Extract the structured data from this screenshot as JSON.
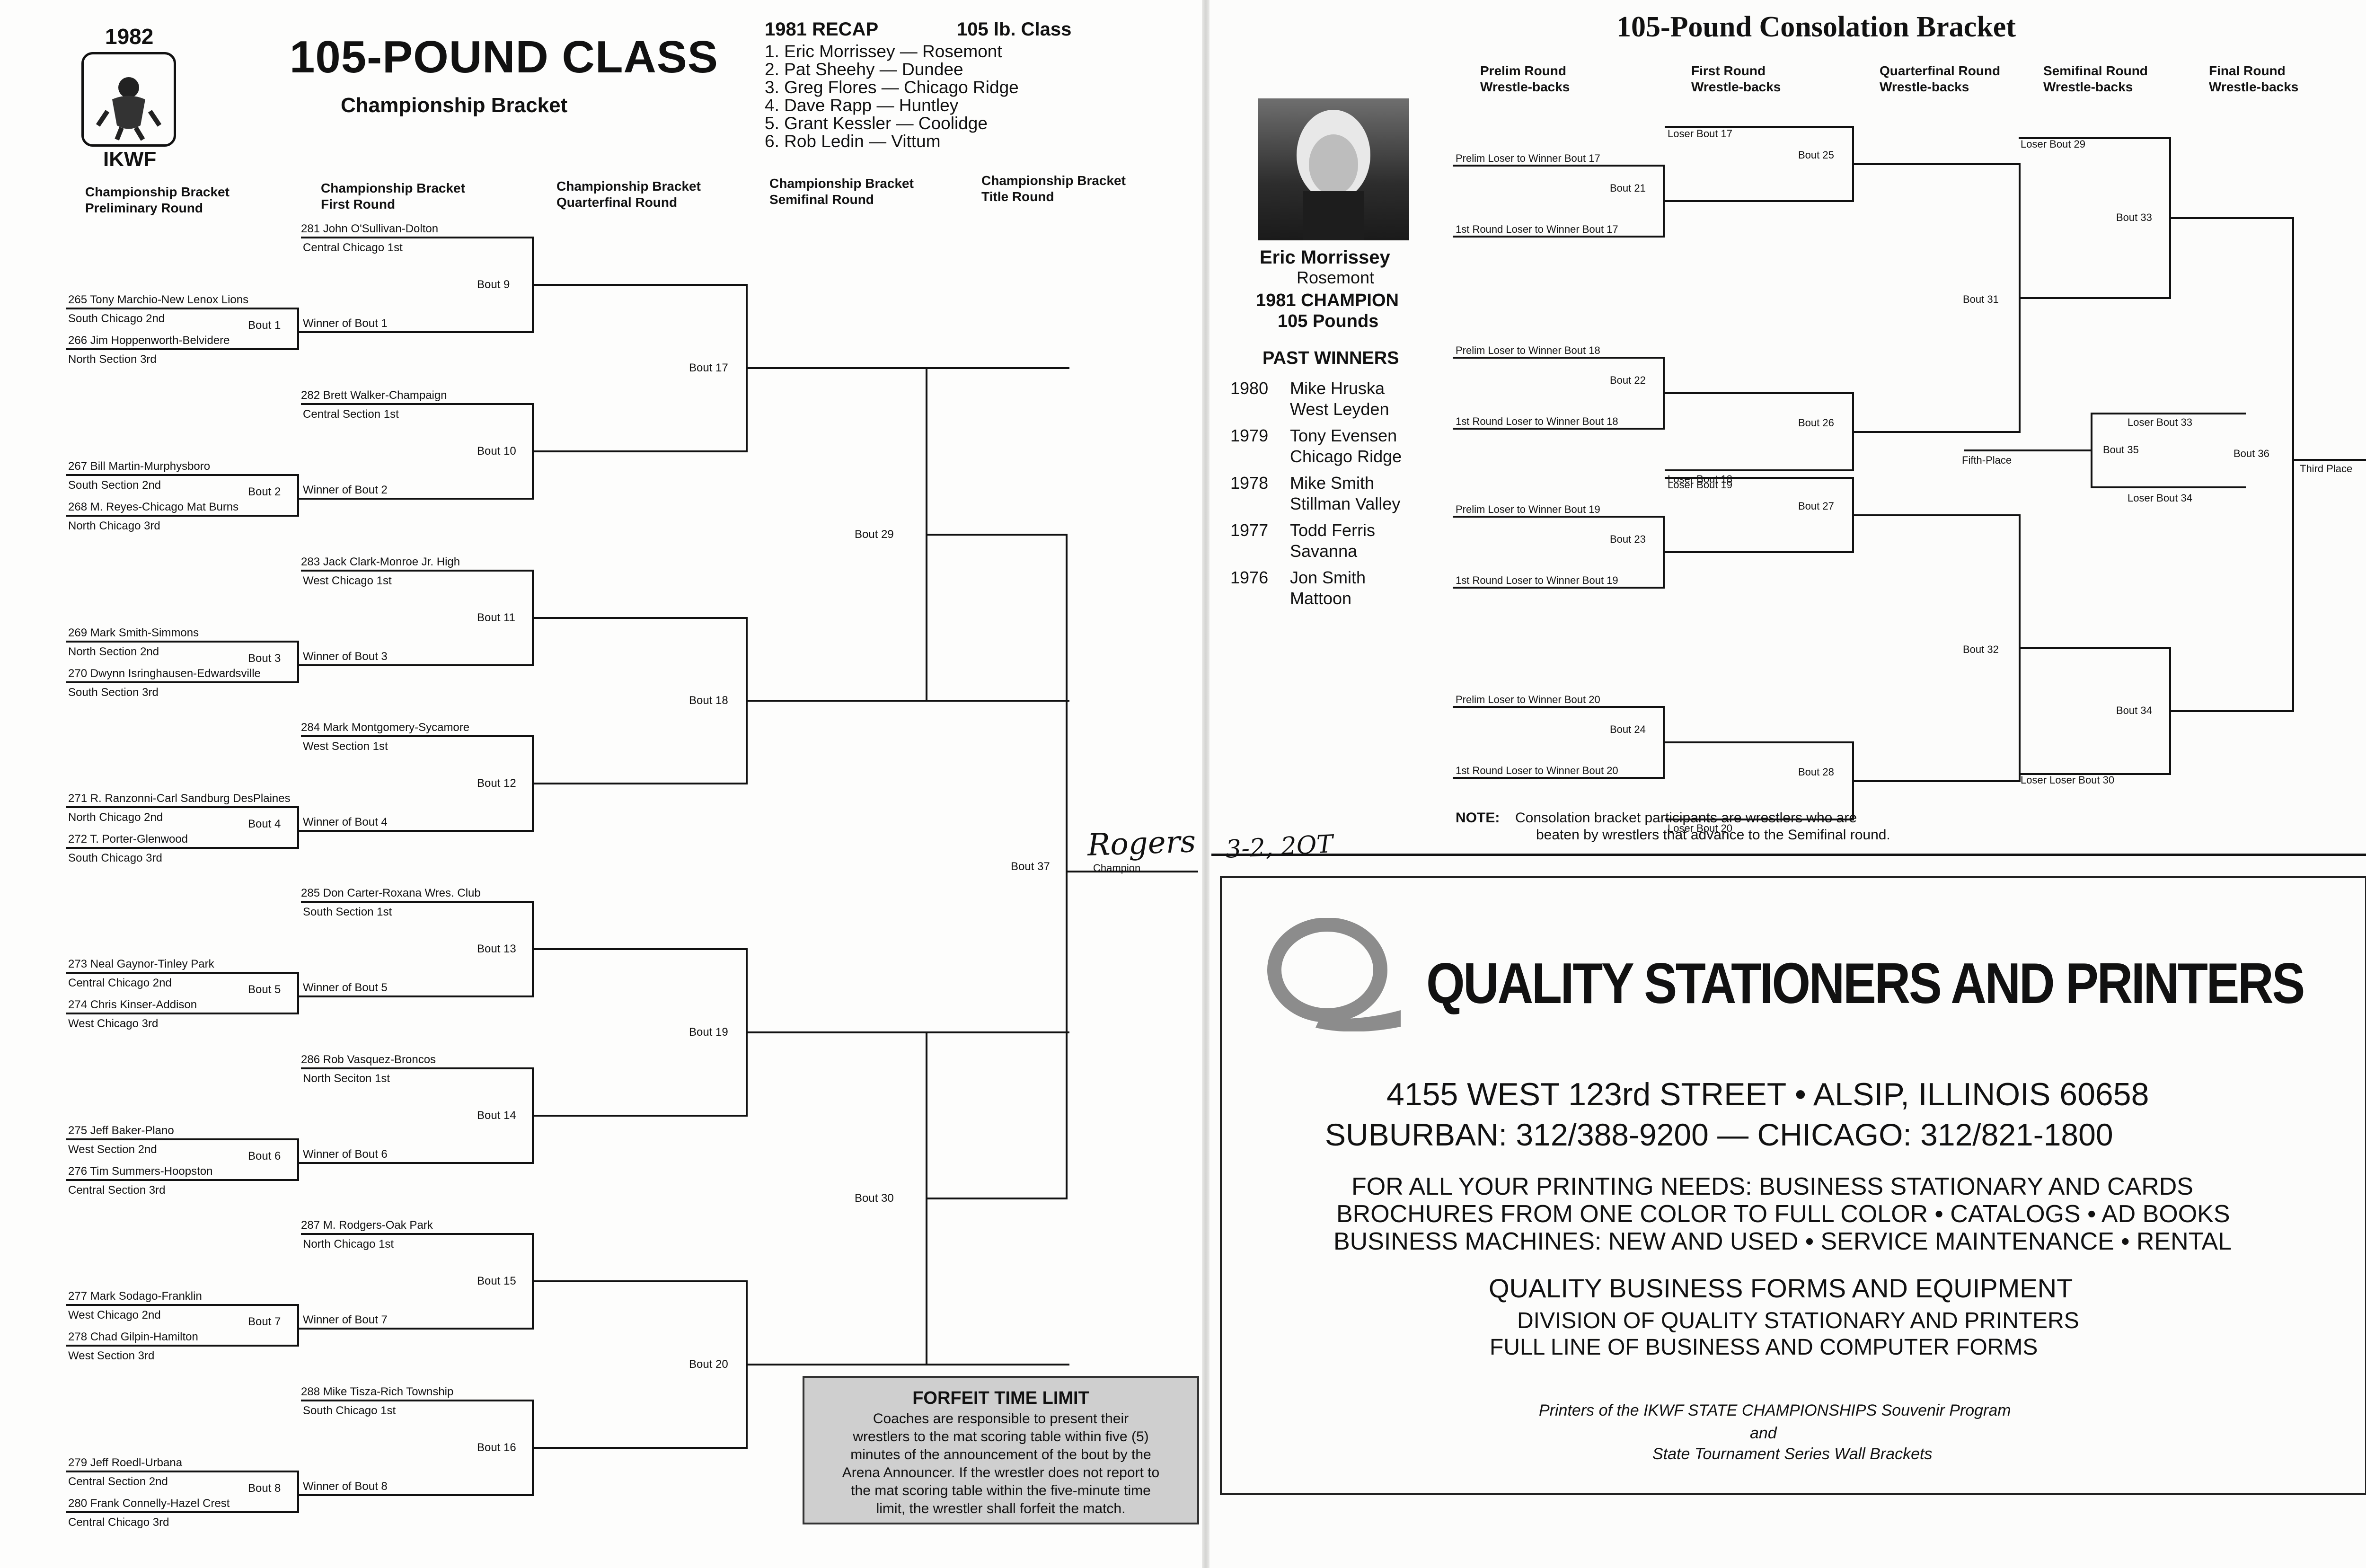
{
  "left": {
    "year": "1982",
    "org": "IKWF",
    "title": "105-POUND CLASS",
    "subtitle": "Championship Bracket",
    "recap": {
      "header_left": "1981 RECAP",
      "header_right": "105 lb. Class",
      "items": [
        "1. Eric Morrissey — Rosemont",
        "2. Pat Sheehy — Dundee",
        "3. Greg Flores — Chicago Ridge",
        "4. Dave Rapp — Huntley",
        "5. Grant Kessler — Coolidge",
        "6. Rob Ledin — Vittum"
      ]
    },
    "round_headers": [
      {
        "line1": "Championship Bracket",
        "line2": "Preliminary Round"
      },
      {
        "line1": "Championship Bracket",
        "line2": "First Round"
      },
      {
        "line1": "Championship Bracket",
        "line2": "Quarterfinal Round"
      },
      {
        "line1": "Championship Bracket",
        "line2": "Semifinal Round"
      },
      {
        "line1": "Championship Bracket",
        "line2": "Title Round"
      }
    ],
    "groups": [
      {
        "seed_name": "281 John O'Sullivan-Dolton",
        "seed_sub": "Central Chicago 1st",
        "a_name": "265 Tony Marchio-New Lenox Lions",
        "a_sub": "South Chicago 2nd",
        "b_name": "266 Jim Hoppenworth-Belvidere",
        "b_sub": "North Section 3rd",
        "prelim_bout": "Bout 1",
        "winner": "Winner of Bout 1",
        "first_bout": "Bout 9"
      },
      {
        "seed_name": "282 Brett Walker-Champaign",
        "seed_sub": "Central Section 1st",
        "a_name": "267 Bill Martin-Murphysboro",
        "a_sub": "South Section 2nd",
        "b_name": "268 M. Reyes-Chicago Mat Burns",
        "b_sub": "North Chicago 3rd",
        "prelim_bout": "Bout 2",
        "winner": "Winner of Bout 2",
        "first_bout": "Bout 10"
      },
      {
        "seed_name": "283 Jack Clark-Monroe Jr. High",
        "seed_sub": "West Chicago 1st",
        "a_name": "269 Mark Smith-Simmons",
        "a_sub": "North Section 2nd",
        "b_name": "270 Dwynn Isringhausen-Edwardsville",
        "b_sub": "South Section 3rd",
        "prelim_bout": "Bout 3",
        "winner": "Winner of Bout 3",
        "first_bout": "Bout 11"
      },
      {
        "seed_name": "284 Mark Montgomery-Sycamore",
        "seed_sub": "West Section 1st",
        "a_name": "271 R. Ranzonni-Carl Sandburg DesPlaines",
        "a_sub": "North Chicago 2nd",
        "b_name": "272 T. Porter-Glenwood",
        "b_sub": "South Chicago 3rd",
        "prelim_bout": "Bout 4",
        "winner": "Winner of Bout 4",
        "first_bout": "Bout 12"
      },
      {
        "seed_name": "285 Don Carter-Roxana Wres. Club",
        "seed_sub": "South Section 1st",
        "a_name": "273 Neal Gaynor-Tinley Park",
        "a_sub": "Central Chicago 2nd",
        "b_name": "274 Chris Kinser-Addison",
        "b_sub": "West Chicago 3rd",
        "prelim_bout": "Bout 5",
        "winner": "Winner of Bout 5",
        "first_bout": "Bout 13"
      },
      {
        "seed_name": "286 Rob Vasquez-Broncos",
        "seed_sub": "North Seciton 1st",
        "a_name": "275 Jeff Baker-Plano",
        "a_sub": "West Section 2nd",
        "b_name": "276 Tim Summers-Hoopston",
        "b_sub": "Central Section 3rd",
        "prelim_bout": "Bout 6",
        "winner": "Winner of Bout 6",
        "first_bout": "Bout 14"
      },
      {
        "seed_name": "287 M. Rodgers-Oak Park",
        "seed_sub": "North Chicago 1st",
        "a_name": "277 Mark Sodago-Franklin",
        "a_sub": "West Chicago 2nd",
        "b_name": "278 Chad Gilpin-Hamilton",
        "b_sub": "West Section 3rd",
        "prelim_bout": "Bout 7",
        "winner": "Winner of Bout 7",
        "first_bout": "Bout 15"
      },
      {
        "seed_name": "288 Mike Tisza-Rich Township",
        "seed_sub": "South Chicago 1st",
        "a_name": "279 Jeff Roedl-Urbana",
        "a_sub": "Central Section 2nd",
        "b_name": "280 Frank Connelly-Hazel Crest",
        "b_sub": "Central Chicago 3rd",
        "prelim_bout": "Bout 8",
        "winner": "Winner of Bout 8",
        "first_bout": "Bout 16"
      }
    ],
    "qf_bouts": [
      "Bout 17",
      "Bout 18",
      "Bout 19",
      "Bout 20"
    ],
    "sf_bouts": [
      "Bout 29",
      "Bout 30"
    ],
    "final_bout": "Bout 37",
    "champion_handwritten": "Rogers",
    "champion_label": "Champion",
    "score_handwritten": "3-2, 2OT",
    "forfeit": {
      "title": "FORFEIT TIME LIMIT",
      "lines": [
        "Coaches are responsible to present their",
        "wrestlers to the mat scoring table within five (5)",
        "minutes of the announcement of the bout by the",
        "Arena Announcer. If the wrestler does not report to",
        "the mat scoring table within the five-minute time",
        "limit, the wrestler shall forfeit the match."
      ]
    }
  },
  "right": {
    "title": "105-Pound Consolation Bracket",
    "round_headers": [
      {
        "line1": "Prelim Round",
        "line2": "Wrestle-backs"
      },
      {
        "line1": "First Round",
        "line2": "Wrestle-backs"
      },
      {
        "line1": "Quarterfinal Round",
        "line2": "Wrestle-backs"
      },
      {
        "line1": "Semifinal Round",
        "line2": "Wrestle-backs"
      },
      {
        "line1": "Final Round",
        "line2": "Wrestle-backs"
      }
    ],
    "champion": {
      "name": "Eric Morrissey",
      "school": "Rosemont",
      "line1": "1981 CHAMPION",
      "line2": "105 Pounds"
    },
    "past_winners_title": "PAST WINNERS",
    "past_winners": [
      {
        "year": "1980",
        "name": "Mike Hruska",
        "school": "West Leyden"
      },
      {
        "year": "1979",
        "name": "Tony Evensen",
        "school": "Chicago Ridge"
      },
      {
        "year": "1978",
        "name": "Mike Smith",
        "school": "Stillman Valley"
      },
      {
        "year": "1977",
        "name": "Todd Ferris",
        "school": "Savanna"
      },
      {
        "year": "1976",
        "name": "Jon Smith",
        "school": "Mattoon"
      }
    ],
    "cons_groups": [
      {
        "loser": "Loser Bout 17",
        "prelim": "Prelim Loser to Winner Bout 17",
        "prelim_bout": "Bout 21",
        "first": "1st Round Loser to Winner Bout 17",
        "qf_bout": "Bout 25"
      },
      {
        "loser": "Loser Bout 18",
        "prelim": "Prelim Loser to Winner Bout 18",
        "prelim_bout": "Bout 22",
        "first": "1st Round Loser to Winner Bout 18",
        "qf_bout": "Bout 26"
      },
      {
        "loser": "Loser Bout 19",
        "prelim": "Prelim Loser to Winner Bout 19",
        "prelim_bout": "Bout 23",
        "first": "1st Round Loser to Winner Bout 19",
        "qf_bout": "Bout 27"
      },
      {
        "loser": "Loser Bout 20",
        "prelim": "Prelim Loser to Winner Bout 20",
        "prelim_bout": "Bout 24",
        "first": "1st Round Loser to Winner Bout 20",
        "qf_bout": "Bout 28"
      }
    ],
    "sf_bouts": [
      "Bout 31",
      "Bout 32"
    ],
    "loser_29": "Loser Bout 29",
    "loser_30": "Loser Loser Bout 30",
    "final_bouts": [
      "Bout 33",
      "Bout 34"
    ],
    "fifth": {
      "loser33": "Loser Bout 33",
      "bout": "Bout 35",
      "loser34": "Loser Bout 34",
      "label": "Fifth-Place"
    },
    "third_bout": "Bout 36",
    "third_label": "Third Place",
    "note_label": "NOTE:",
    "note_line1": "Consolation bracket participants are wrestlers who are",
    "note_line2": "beaten by wrestlers that advance to the Semifinal round.",
    "ad": {
      "company": "QUALITY STATIONERS AND PRINTERS",
      "address": "4155 WEST 123rd STREET • ALSIP, ILLINOIS 60658",
      "phones": "SUBURBAN: 312/388-9200  —  CHICAGO: 312/821-1800",
      "lines1": [
        "FOR ALL YOUR PRINTING NEEDS: BUSINESS STATIONARY AND CARDS",
        "BROCHURES FROM ONE COLOR TO FULL COLOR • CATALOGS • AD BOOKS",
        "BUSINESS MACHINES: NEW AND USED • SERVICE MAINTENANCE • RENTAL"
      ],
      "lines2_title": "QUALITY BUSINESS FORMS AND EQUIPMENT",
      "lines2": [
        "DIVISION OF QUALITY STATIONARY AND PRINTERS",
        "FULL LINE OF BUSINESS AND COMPUTER FORMS"
      ],
      "footer1": "Printers of the IKWF STATE CHAMPIONSHIPS Souvenir Program",
      "footer2": "and",
      "footer3": "State Tournament Series Wall Brackets"
    }
  }
}
